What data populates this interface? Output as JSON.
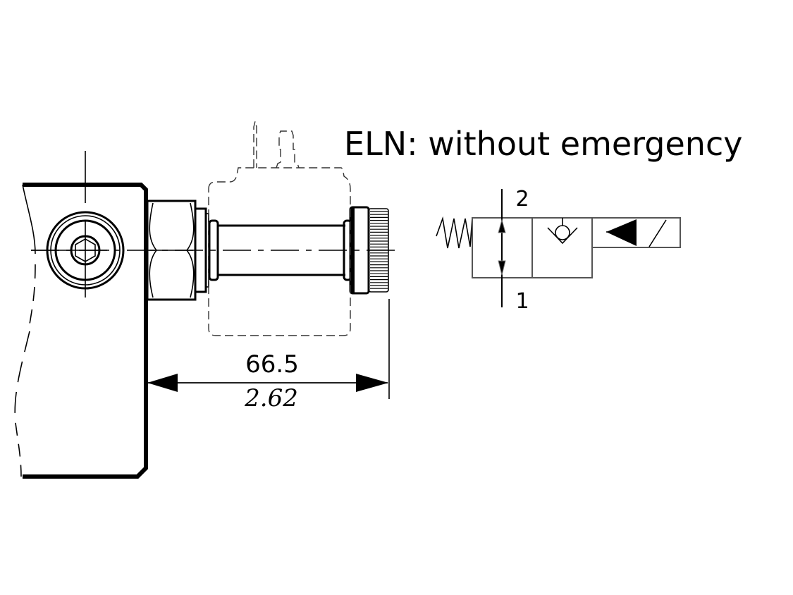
{
  "drawing": {
    "title": "ELN: without emergency",
    "dimension": {
      "value_mm": "66.5",
      "value_in": "2.62"
    },
    "valve_symbol": {
      "port_top": "2",
      "port_bottom": "1",
      "actuation": "solenoid",
      "return": "spring",
      "positions": 2
    }
  }
}
